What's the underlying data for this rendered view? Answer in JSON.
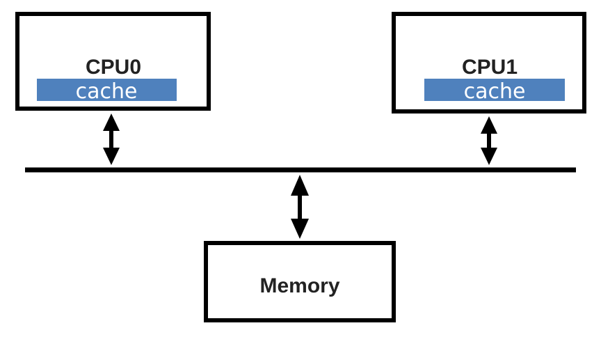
{
  "diagram": {
    "cpu0": {
      "label": "CPU0",
      "cache_label": "cache"
    },
    "cpu1": {
      "label": "CPU1",
      "cache_label": "cache"
    },
    "memory": {
      "label": "Memory"
    }
  },
  "colors": {
    "stroke": "#000000",
    "cache_fill": "#4f81bd",
    "cache_text": "#ffffff",
    "background": "#ffffff"
  }
}
